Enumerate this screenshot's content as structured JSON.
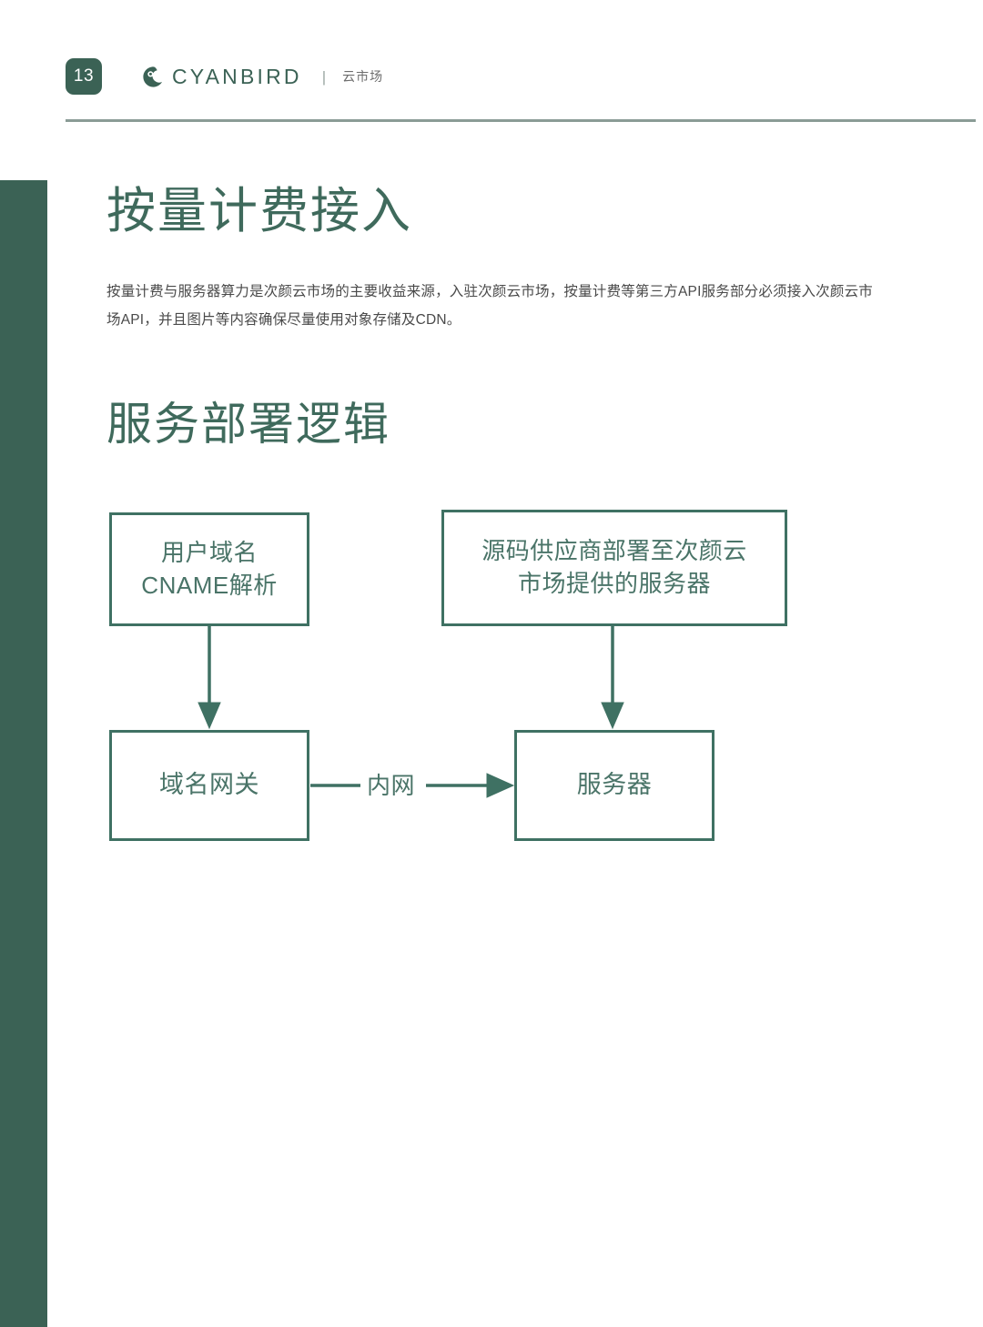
{
  "header": {
    "page_number": "13",
    "logo_icon": "cyanbird-logo-icon",
    "brand_name": "CYANBIRD",
    "separator": "|",
    "section_label": "云市场"
  },
  "content": {
    "title": "按量计费接入",
    "paragraph": "按量计费与服务器算力是次颜云市场的主要收益来源，入驻次颜云市场，按量计费等第三方API服务部分必须接入次颜云市场API，并且图片等内容确保尽量使用对象存储及CDN。",
    "subtitle": "服务部署逻辑"
  },
  "diagram": {
    "nodes": [
      {
        "id": "user-domain-cname",
        "label": "用户域名\nCNAME解析"
      },
      {
        "id": "vendor-deploy",
        "label": "源码供应商部署至次颜云\n市场提供的服务器"
      },
      {
        "id": "domain-gateway",
        "label": "域名网关"
      },
      {
        "id": "server",
        "label": "服务器"
      }
    ],
    "edges": [
      {
        "from": "user-domain-cname",
        "to": "domain-gateway",
        "label": "",
        "direction": "down"
      },
      {
        "from": "vendor-deploy",
        "to": "server",
        "label": "",
        "direction": "down"
      },
      {
        "from": "domain-gateway",
        "to": "server",
        "label": "内网",
        "direction": "right"
      }
    ],
    "edge_label_internal_network": "内网"
  },
  "colors": {
    "brand_green": "#3b6255",
    "diagram_green": "#3f7163",
    "text_green": "#4a7468",
    "heading_green": "#3f6a5c",
    "body_gray": "#4a4a4a",
    "rule_gray": "#8a9c96"
  }
}
